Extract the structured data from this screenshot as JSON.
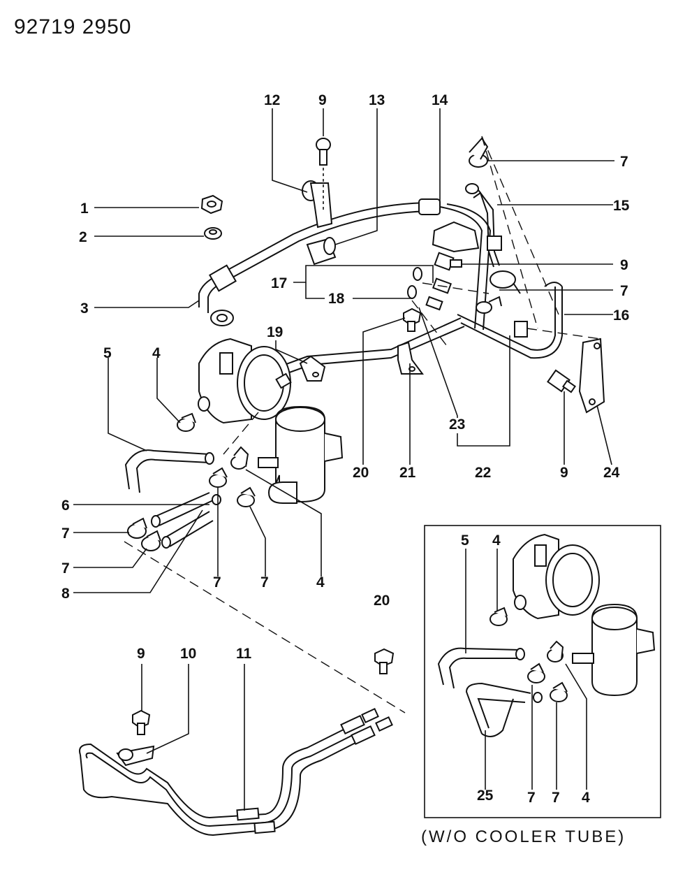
{
  "header": {
    "code": "92719  2950"
  },
  "caption": "(W/O COOLER TUBE)",
  "callouts": [
    "1",
    "2",
    "3",
    "4",
    "5",
    "6",
    "7",
    "8",
    "9",
    "10",
    "11",
    "12",
    "13",
    "14",
    "15",
    "16",
    "17",
    "18",
    "19",
    "20",
    "21",
    "22",
    "23",
    "24",
    "25"
  ],
  "labels": {
    "c12": "12",
    "c9a": "9",
    "c13": "13",
    "c14": "14",
    "c7a": "7",
    "c15": "15",
    "c1": "1",
    "c2": "2",
    "c9b": "9",
    "c17": "17",
    "c18": "18",
    "c7b": "7",
    "c16": "16",
    "c3": "3",
    "c19": "19",
    "c5": "5",
    "c4a": "4",
    "c20a": "20",
    "c21": "21",
    "c23": "23",
    "c22": "22",
    "c9c": "9",
    "c24": "24",
    "c6": "6",
    "c7c": "7",
    "c7d": "7",
    "c8": "8",
    "c7e": "7",
    "c7f": "7",
    "c4b": "4",
    "c20b": "20",
    "c9d": "9",
    "c10": "10",
    "c11": "11",
    "c5i": "5",
    "c4i": "4",
    "c25": "25",
    "c7g": "7",
    "c7h": "7",
    "c4j": "4"
  }
}
